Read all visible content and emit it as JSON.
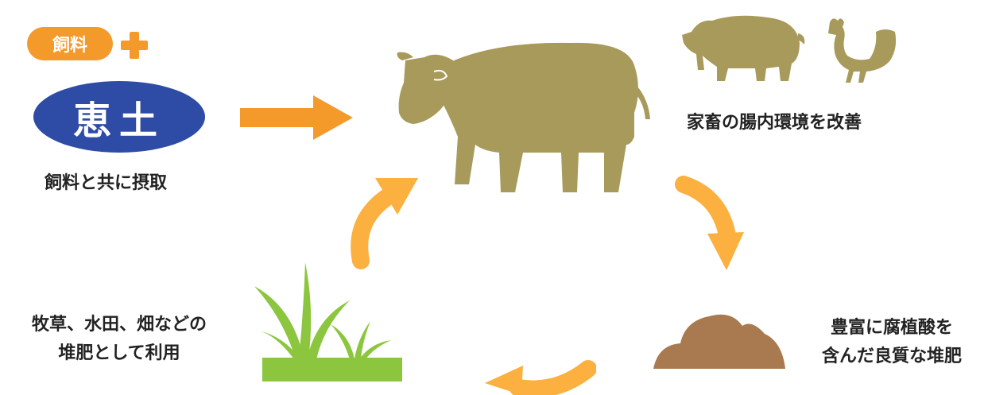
{
  "feed": {
    "badge": "飼料",
    "product": "恵土",
    "caption": "飼料と共に摂取"
  },
  "livestock": {
    "caption": "家畜の腸内環境を改善"
  },
  "compost": {
    "caption_line1": "豊富に腐植酸を",
    "caption_line2": "含んだ良質な堆肥"
  },
  "pasture": {
    "caption_line1": "牧草、水田、畑などの",
    "caption_line2": "堆肥として利用"
  },
  "colors": {
    "orange": "#f39a2b",
    "cycle_arrow": "#fbb040",
    "navy": "#2e4ba5",
    "animal": "#a89a5b",
    "soil": "#a97a4f",
    "grass": "#8cc63f"
  },
  "icons": [
    "plus-icon",
    "right-arrow-icon",
    "cow-icon",
    "pig-icon",
    "rooster-icon",
    "compost-mound-icon",
    "grass-icon",
    "cycle-arrow-icon"
  ]
}
